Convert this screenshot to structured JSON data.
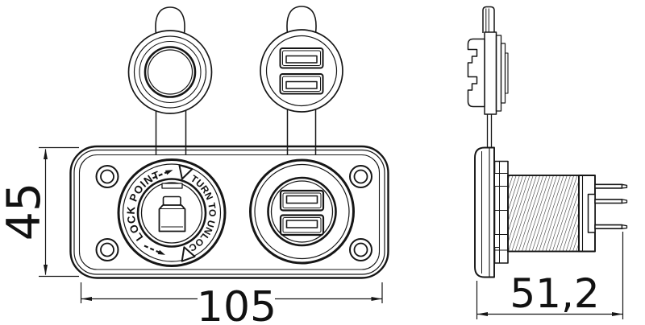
{
  "meta": {
    "ink_color": "#161616",
    "background_color": "#ffffff"
  },
  "front_view": {
    "lighter_socket": {
      "lock_label": "LOCK POINT",
      "unlock_label": "TURN TO UNLOCK"
    },
    "usb_socket": {
      "port_count": 2
    }
  },
  "dimensions": {
    "height": "45",
    "width": "105",
    "depth": "51,2"
  }
}
